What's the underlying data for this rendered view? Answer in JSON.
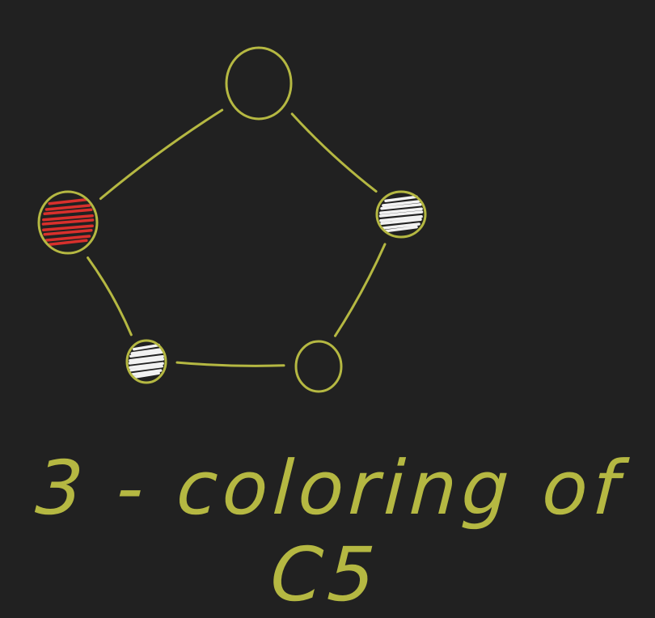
{
  "caption": "3 - coloring of C5",
  "colors": {
    "background": "#212121",
    "ink": "#b5b842",
    "red": "#d8302c",
    "white": "#f2f2f2"
  },
  "graph": {
    "vertices": [
      {
        "id": "top",
        "fill": "none"
      },
      {
        "id": "right",
        "fill": "white"
      },
      {
        "id": "bottom-right",
        "fill": "none"
      },
      {
        "id": "bottom-left",
        "fill": "white"
      },
      {
        "id": "left",
        "fill": "red"
      }
    ],
    "edges": [
      [
        "top",
        "right"
      ],
      [
        "right",
        "bottom-right"
      ],
      [
        "bottom-right",
        "bottom-left"
      ],
      [
        "bottom-left",
        "left"
      ],
      [
        "left",
        "top"
      ]
    ]
  }
}
